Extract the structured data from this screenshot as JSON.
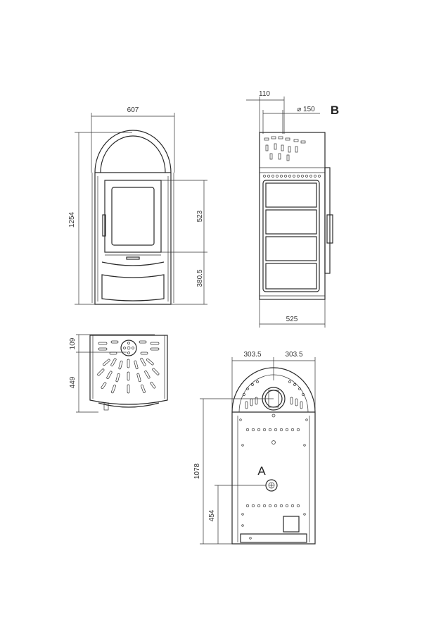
{
  "front_view": {
    "width_dim": "607",
    "height_dim": "1254",
    "door_dim": "523",
    "base_dim": "380.5"
  },
  "side_view": {
    "offset_dim": "110",
    "flue_dim": "⌀ 150",
    "depth_dim": "525",
    "label": "B"
  },
  "top_view": {
    "top_offset_dim": "109",
    "depth_dim": "449"
  },
  "rear_view": {
    "left_half_dim": "303.5",
    "right_half_dim": "303.5",
    "flue_height_dim": "1078",
    "air_inlet_height_dim": "454",
    "label": "A"
  }
}
